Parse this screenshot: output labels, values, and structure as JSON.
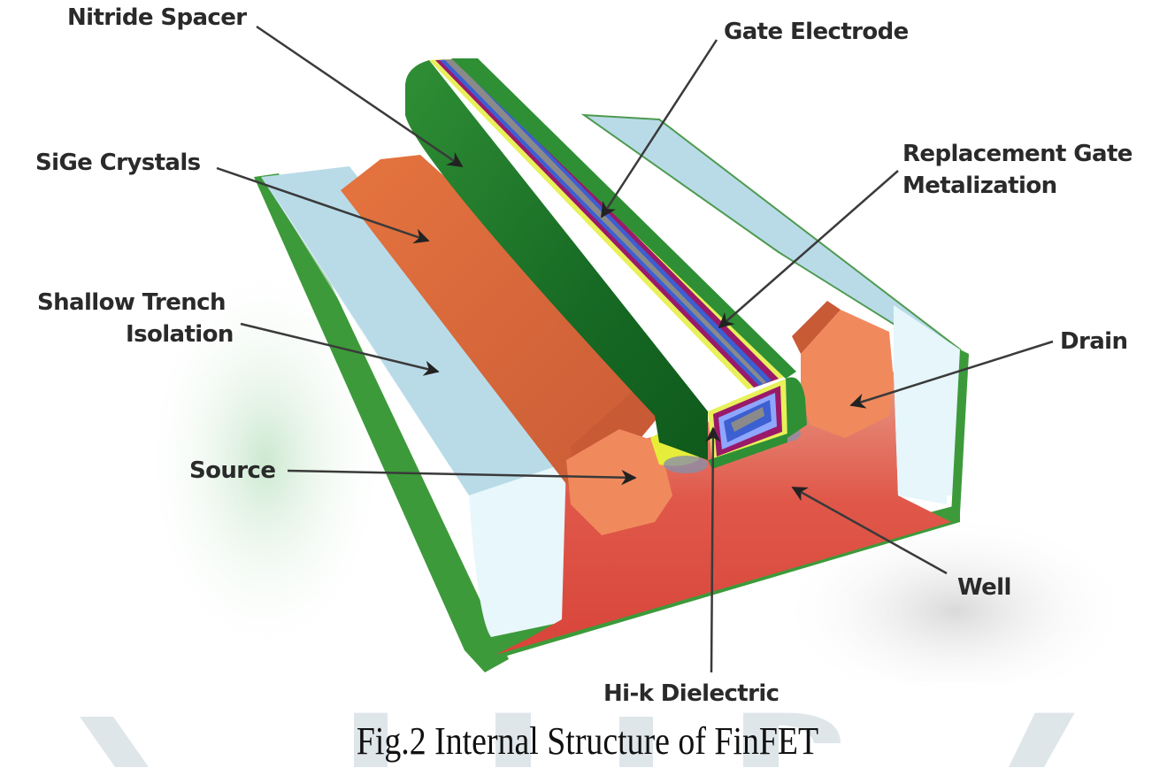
{
  "figure": {
    "caption": "Fig.2 Internal Structure of FinFET",
    "watermark": "JETIR",
    "title": "Internal Structure of FinFET",
    "labels": {
      "nitride_spacer": "Nitride Spacer",
      "gate_electrode": "Gate Electrode",
      "sige_crystals": "SiGe Crystals",
      "replacement_gate_line1": "Replacement Gate",
      "replacement_gate_line2": "Metalization",
      "sti_line1": "Shallow Trench",
      "sti_line2": "Isolation",
      "drain": "Drain",
      "source": "Source",
      "well": "Well",
      "hik_dielectric": "Hi-k Dielectric"
    },
    "colors": {
      "substrate_green": "#3d9a3a",
      "spacer_green": "#1f7a2a",
      "sti_blue": "#b9dbe8",
      "sige_orange": "#e0703e",
      "source_drain": "#f08a5d",
      "well_red": "#dd4a3e",
      "gate_blue": "#3c5fd1",
      "gate_gray": "#8a8a8a",
      "liner_yellow": "#e8f05a",
      "liner_magenta": "#9a1a6a",
      "watermark": "#dfe6ea"
    }
  }
}
